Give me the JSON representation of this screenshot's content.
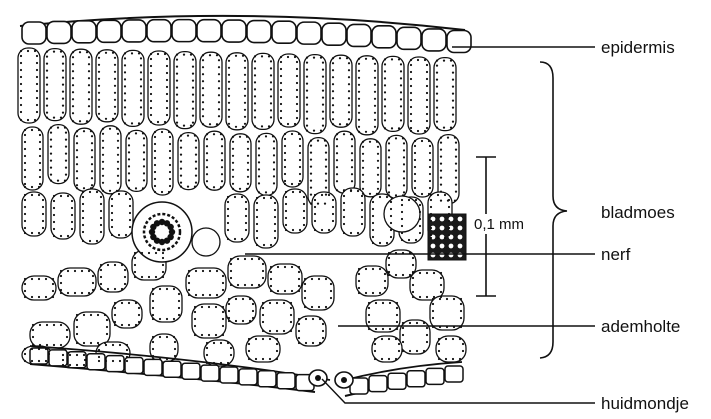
{
  "diagram": {
    "labels": {
      "epidermis": "epidermis",
      "bladmoes": "bladmoes",
      "nerf": "nerf",
      "ademholte": "ademholte",
      "huidmondje": "huidmondje"
    },
    "scale_bar": "0,1 mm",
    "colors": {
      "ink": "#111111",
      "background": "#ffffff"
    }
  }
}
